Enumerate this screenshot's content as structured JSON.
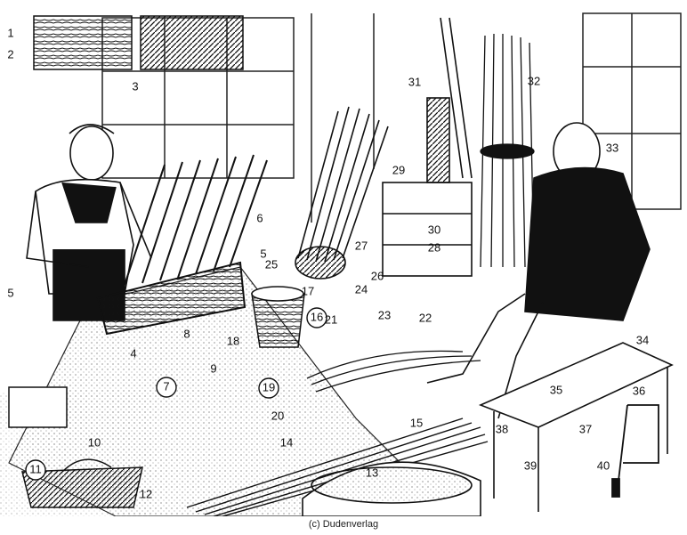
{
  "labels": [
    "1",
    "2",
    "3",
    "4",
    "5",
    "5",
    "6",
    "7",
    "8",
    "9",
    "10",
    "11",
    "12",
    "13",
    "14",
    "15",
    "16",
    "17",
    "18",
    "19",
    "20",
    "21",
    "22",
    "23",
    "24",
    "25",
    "26",
    "27",
    "28",
    "29",
    "30",
    "31",
    "32",
    "33",
    "34",
    "35",
    "36",
    "37",
    "38",
    "39",
    "40"
  ],
  "circled": [
    "7",
    "11",
    "16",
    "19"
  ],
  "credit": "(c) Dudenverlag"
}
